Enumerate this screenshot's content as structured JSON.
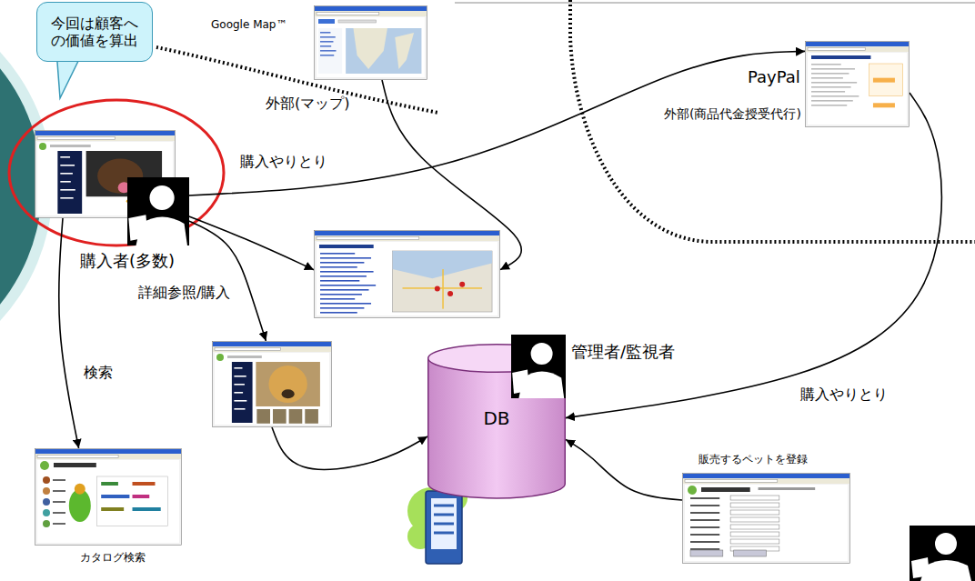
{
  "diagram": {
    "nodes": [
      {
        "text": [
          "今回は顧客への価値を算出"
        ]
      },
      {
        "text": [
          "Google Map™"
        ]
      },
      {
        "text": [
          "PayPal",
          "外部(商品代金授受代行)"
        ]
      },
      {
        "text": [
          "購入者(多数)"
        ]
      },
      {
        "text": []
      },
      {
        "text": []
      },
      {
        "text": [
          "DB"
        ]
      },
      {
        "text": [
          "カタログ検索"
        ]
      },
      {
        "text": [
          "販売するペットを登録"
        ]
      }
    ],
    "edges": [
      {
        "from": 3,
        "to": 2,
        "arrow": "to",
        "label": "購入やりとり"
      },
      {
        "from": 2,
        "to": 6,
        "arrow": "to",
        "label": "購入やりとり"
      },
      {
        "from": 1,
        "to": 4,
        "arrow": "to"
      },
      {
        "from": 3,
        "to": 4,
        "arrow": "to"
      },
      {
        "from": 3,
        "to": 5,
        "arrow": "to",
        "label": "詳細参照/購入"
      },
      {
        "from": 3,
        "to": 7,
        "arrow": "to",
        "label": "検索"
      },
      {
        "from": 5,
        "to": 6,
        "arrow": "to"
      },
      {
        "from": 8,
        "to": 6,
        "arrow": "to"
      }
    ],
    "labels": [
      "外部(マップ)",
      "管理者/監視者"
    ]
  }
}
